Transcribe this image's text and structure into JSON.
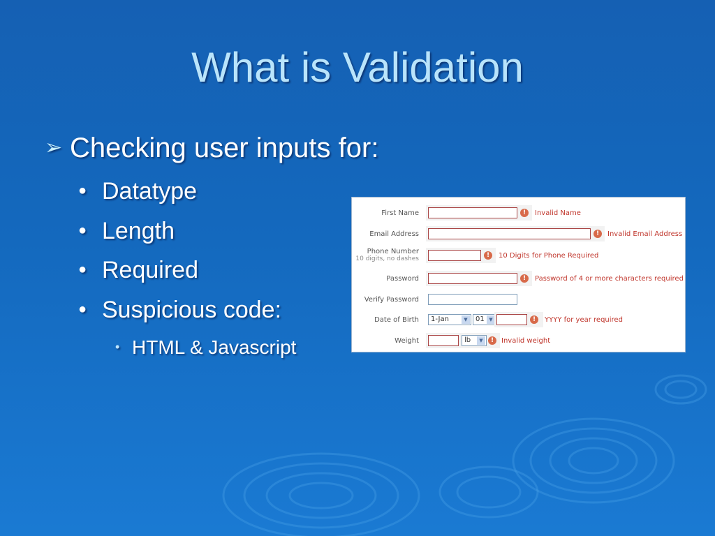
{
  "slide": {
    "title": "What is Validation",
    "bullet_main": "Checking user inputs for:",
    "sub_bullets": [
      "Datatype",
      "Length",
      "Required",
      "Suspicious code:"
    ],
    "sub_sub_bullets": [
      "HTML & Javascript"
    ],
    "arrow_glyph": "➢",
    "dot_glyph": "●",
    "small_dot_glyph": "•"
  },
  "form": {
    "first_name": {
      "label": "First Name",
      "value": "",
      "error": "Invalid Name"
    },
    "email": {
      "label": "Email Address",
      "value": "",
      "error": "Invalid Email Address"
    },
    "phone": {
      "label": "Phone Number",
      "hint": "10 digits, no dashes",
      "value": "",
      "error": "10 Digits for Phone Required"
    },
    "password": {
      "label": "Password",
      "value": "",
      "error": "Password of 4 or more characters required"
    },
    "verify_password": {
      "label": "Verify Password",
      "value": ""
    },
    "dob": {
      "label": "Date of Birth",
      "month": "1-Jan",
      "day": "01",
      "year": "",
      "error": "YYYY for year required"
    },
    "weight": {
      "label": "Weight",
      "value": "",
      "unit": "lb",
      "error": "Invalid weight"
    },
    "error_icon": "!",
    "dropdown_icon": "▼",
    "colors": {
      "error_text": "#c0362c",
      "error_icon": "#d86a4a",
      "error_border": "#a94444",
      "background": "#1469be",
      "title": "#b9e4fb"
    }
  }
}
